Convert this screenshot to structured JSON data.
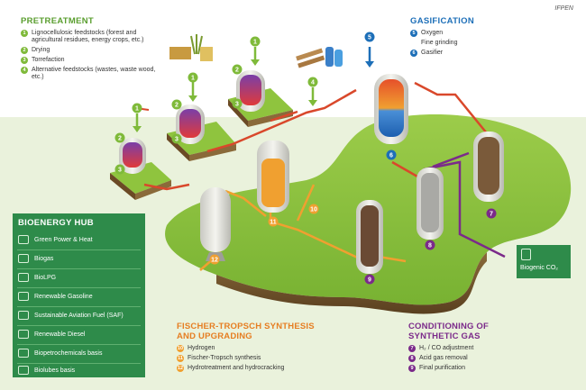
{
  "credit": "IFPEN",
  "pretreatment": {
    "title": "PRETREATMENT",
    "items": [
      {
        "num": "1",
        "text": "Lignocellulosic feedstocks (forest and agricultural residues, energy crops, etc.)"
      },
      {
        "num": "2",
        "text": "Drying"
      },
      {
        "num": "3",
        "text": "Torrefaction"
      },
      {
        "num": "4",
        "text": "Alternative feedstocks (wastes, waste wood, etc.)"
      }
    ]
  },
  "gasification": {
    "title": "GASIFICATION",
    "items": [
      {
        "num": "5",
        "text": "Oxygen"
      },
      {
        "num": "",
        "text": "Fine grinding"
      },
      {
        "num": "6",
        "text": "Gasifier"
      }
    ]
  },
  "bioenergy_hub": {
    "title": "BIOENERGY HUB",
    "items": [
      "Green Power & Heat",
      "Biogas",
      "BioLPG",
      "Renewable Gasoline",
      "Sustainable Aviation Fuel (SAF)",
      "Renewable Diesel",
      "Biopetrochemicals basis",
      "Biolubes basis"
    ]
  },
  "fischer_tropsch": {
    "title_line1": "FISCHER-TROPSCH SYNTHESIS",
    "title_line2": "AND UPGRADING",
    "items": [
      {
        "num": "10",
        "text": "Hydrogen"
      },
      {
        "num": "11",
        "text": "Fischer-Tropsch synthesis"
      },
      {
        "num": "12",
        "text": "Hydrotreatment and hydrocracking"
      }
    ]
  },
  "conditioning": {
    "title_line1": "CONDITIONING OF",
    "title_line2": "SYNTHETIC GAS",
    "items": [
      {
        "num": "7",
        "text": "H₂ / CO adjustment"
      },
      {
        "num": "8",
        "text": "Acid gas removal"
      },
      {
        "num": "9",
        "text": "Final purification"
      }
    ]
  },
  "biogenic_co2": "Biogenic CO₂",
  "diagram_labels": {
    "n1": "1",
    "n2": "2",
    "n3": "3",
    "n4": "4",
    "n5": "5",
    "n6": "6",
    "n7": "7",
    "n8": "8",
    "n9": "9",
    "n10": "10",
    "n11": "11",
    "n12": "12"
  },
  "colors": {
    "green_accent": "#7fba3a",
    "hub_green": "#2e8b4a",
    "gasification_blue": "#1d6fb8",
    "ft_orange": "#f0a030",
    "conditioning_purple": "#7b2a8a",
    "process_red": "#d9482b"
  }
}
